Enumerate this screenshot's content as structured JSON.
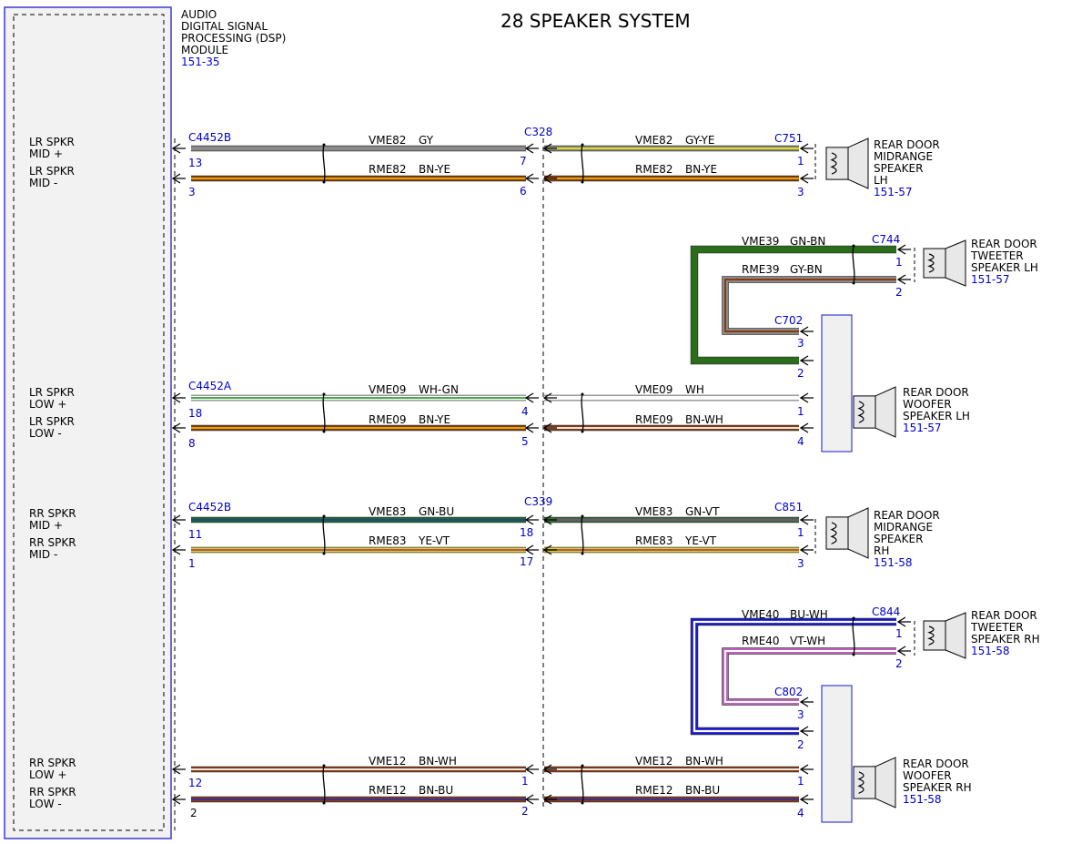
{
  "title": "28 SPEAKER SYSTEM",
  "module": {
    "name_lines": [
      "AUDIO",
      "DIGITAL SIGNAL",
      "PROCESSING (DSP)",
      "MODULE"
    ],
    "ref": "151-35",
    "pins": [
      {
        "line1": "LR SPKR",
        "line2": "MID +"
      },
      {
        "line1": "LR SPKR",
        "line2": "MID -"
      },
      {
        "line1": "LR SPKR",
        "line2": "LOW +"
      },
      {
        "line1": "LR SPKR",
        "line2": "LOW -"
      },
      {
        "line1": "RR SPKR",
        "line2": "MID +"
      },
      {
        "line1": "RR SPKR",
        "line2": "MID -"
      },
      {
        "line1": "RR SPKR",
        "line2": "LOW +"
      },
      {
        "line1": "RR SPKR",
        "line2": "LOW -"
      }
    ]
  },
  "connectors": [
    {
      "name": "C4452B"
    },
    {
      "name": "C328"
    },
    {
      "name": "C751"
    },
    {
      "name": "C744"
    },
    {
      "name": "C702"
    },
    {
      "name": "C4452A"
    },
    {
      "name": "C4452B"
    },
    {
      "name": "C339"
    },
    {
      "name": "C851"
    },
    {
      "name": "C844"
    },
    {
      "name": "C802"
    }
  ],
  "wires": [
    {
      "circuit": "VME82",
      "color": "GY",
      "c1": "#8a8a8a",
      "c2": "#8a8a8a"
    },
    {
      "circuit": "RME82",
      "color": "BN-YE",
      "c1": "#8b3a0e",
      "c2": "#e8b800"
    },
    {
      "circuit": "VME82",
      "color": "GY-YE",
      "c1": "#8a8a8a",
      "c2": "#e6e600"
    },
    {
      "circuit": "RME82",
      "color": "BN-YE",
      "c1": "#8b3a0e",
      "c2": "#e8b800"
    },
    {
      "circuit": "VME39",
      "color": "GN-BN",
      "c1": "#2a6e1a",
      "c2": "#2a6e1a"
    },
    {
      "circuit": "RME39",
      "color": "GY-BN",
      "c1": "#8a8a8a",
      "c2": "#8b3a0e"
    },
    {
      "circuit": "VME09",
      "color": "WH-GN",
      "c1": "#ffffff",
      "c2": "#2e9e2e"
    },
    {
      "circuit": "RME09",
      "color": "BN-YE",
      "c1": "#8b3a0e",
      "c2": "#e8b800"
    },
    {
      "circuit": "VME09",
      "color": "WH",
      "c1": "#ffffff",
      "c2": "#ffffff"
    },
    {
      "circuit": "RME09",
      "color": "BN-WH",
      "c1": "#8b3a0e",
      "c2": "#ffffff"
    },
    {
      "circuit": "VME83",
      "color": "GN-BU",
      "c1": "#1e6e1e",
      "c2": "#1e3ea8"
    },
    {
      "circuit": "RME83",
      "color": "YE-VT",
      "c1": "#e6d800",
      "c2": "#9a3ab8"
    },
    {
      "circuit": "VME83",
      "color": "GN-VT",
      "c1": "#2a7a1a",
      "c2": "#9a3ab8"
    },
    {
      "circuit": "RME83",
      "color": "YE-VT",
      "c1": "#e6d800",
      "c2": "#9a3ab8"
    },
    {
      "circuit": "VME40",
      "color": "BU-WH",
      "c1": "#1a1acc",
      "c2": "#ffffff"
    },
    {
      "circuit": "RME40",
      "color": "VT-WH",
      "c1": "#c060c0",
      "c2": "#ffffff"
    },
    {
      "circuit": "VME12",
      "color": "BN-WH",
      "c1": "#8b3a0e",
      "c2": "#ffffff"
    },
    {
      "circuit": "RME12",
      "color": "BN-BU",
      "c1": "#8b3a0e",
      "c2": "#3030b0"
    },
    {
      "circuit": "VME12",
      "color": "BN-WH",
      "c1": "#8b3a0e",
      "c2": "#ffffff"
    },
    {
      "circuit": "RME12",
      "color": "BN-BU",
      "c1": "#8b3a0e",
      "c2": "#3030b0"
    }
  ],
  "pin_numbers": [
    "13",
    "3",
    "7",
    "6",
    "1",
    "3",
    "1",
    "2",
    "3",
    "2",
    "18",
    "8",
    "4",
    "5",
    "1",
    "4",
    "11",
    "1",
    "18",
    "17",
    "1",
    "3",
    "1",
    "2",
    "3",
    "2",
    "12",
    "2",
    "1",
    "2",
    "1",
    "4"
  ],
  "speakers": [
    {
      "lines": [
        "REAR DOOR",
        "MIDRANGE",
        "SPEAKER",
        "LH"
      ],
      "ref": "151-57"
    },
    {
      "lines": [
        "REAR DOOR",
        "TWEETER",
        "SPEAKER LH"
      ],
      "ref": "151-57"
    },
    {
      "lines": [
        "REAR DOOR",
        "WOOFER",
        "SPEAKER LH"
      ],
      "ref": "151-57"
    },
    {
      "lines": [
        "REAR DOOR",
        "MIDRANGE",
        "SPEAKER",
        "RH"
      ],
      "ref": "151-58"
    },
    {
      "lines": [
        "REAR DOOR",
        "TWEETER",
        "SPEAKER RH"
      ],
      "ref": "151-58"
    },
    {
      "lines": [
        "REAR DOOR",
        "WOOFER",
        "SPEAKER RH"
      ],
      "ref": "151-58"
    }
  ]
}
